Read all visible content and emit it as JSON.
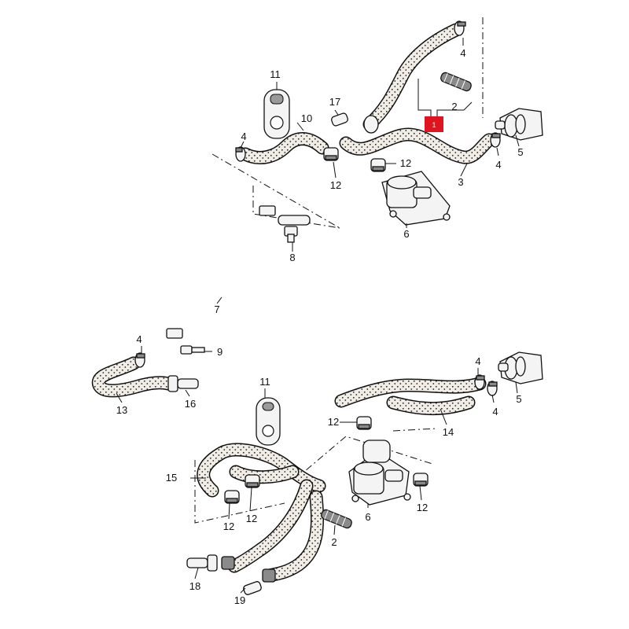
{
  "colors": {
    "ink": "#111111",
    "highlight": "#e0141e",
    "hose_fill": "#f1ede6"
  },
  "callouts": [
    {
      "id": "c1",
      "text": "1",
      "highlighted": true
    },
    {
      "id": "c2a",
      "text": "2"
    },
    {
      "id": "c2b",
      "text": "2"
    },
    {
      "id": "c3",
      "text": "3"
    },
    {
      "id": "c4a",
      "text": "4"
    },
    {
      "id": "c4b",
      "text": "4"
    },
    {
      "id": "c4c",
      "text": "4"
    },
    {
      "id": "c4d",
      "text": "4"
    },
    {
      "id": "c4e",
      "text": "4"
    },
    {
      "id": "c4f",
      "text": "4"
    },
    {
      "id": "c5a",
      "text": "5"
    },
    {
      "id": "c5b",
      "text": "5"
    },
    {
      "id": "c6a",
      "text": "6"
    },
    {
      "id": "c6b",
      "text": "6"
    },
    {
      "id": "c7",
      "text": "7"
    },
    {
      "id": "c8",
      "text": "8"
    },
    {
      "id": "c9",
      "text": "9"
    },
    {
      "id": "c10",
      "text": "10"
    },
    {
      "id": "c11a",
      "text": "11"
    },
    {
      "id": "c11b",
      "text": "11"
    },
    {
      "id": "c12a",
      "text": "12"
    },
    {
      "id": "c12b",
      "text": "12"
    },
    {
      "id": "c12c",
      "text": "12"
    },
    {
      "id": "c12d",
      "text": "12"
    },
    {
      "id": "c12e",
      "text": "12"
    },
    {
      "id": "c12f",
      "text": "12"
    },
    {
      "id": "c13",
      "text": "13"
    },
    {
      "id": "c14",
      "text": "14"
    },
    {
      "id": "c15",
      "text": "15"
    },
    {
      "id": "c16",
      "text": "16"
    },
    {
      "id": "c17",
      "text": "17"
    },
    {
      "id": "c18",
      "text": "18"
    },
    {
      "id": "c19",
      "text": "19"
    }
  ]
}
